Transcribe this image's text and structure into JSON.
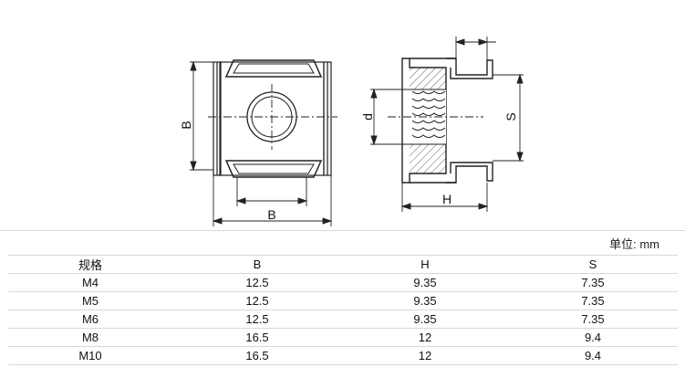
{
  "drawing": {
    "front_labels": {
      "width": "B",
      "height": "B"
    },
    "side_labels": {
      "thread": "d",
      "height": "H",
      "span": "S"
    }
  },
  "unit_label": "单位: mm",
  "table": {
    "headers": [
      "规格",
      "B",
      "H",
      "S"
    ],
    "rows": [
      [
        "M4",
        "12.5",
        "9.35",
        "7.35"
      ],
      [
        "M5",
        "12.5",
        "9.35",
        "7.35"
      ],
      [
        "M6",
        "12.5",
        "9.35",
        "7.35"
      ],
      [
        "M8",
        "16.5",
        "12",
        "9.4"
      ],
      [
        "M10",
        "16.5",
        "12",
        "9.4"
      ]
    ]
  }
}
